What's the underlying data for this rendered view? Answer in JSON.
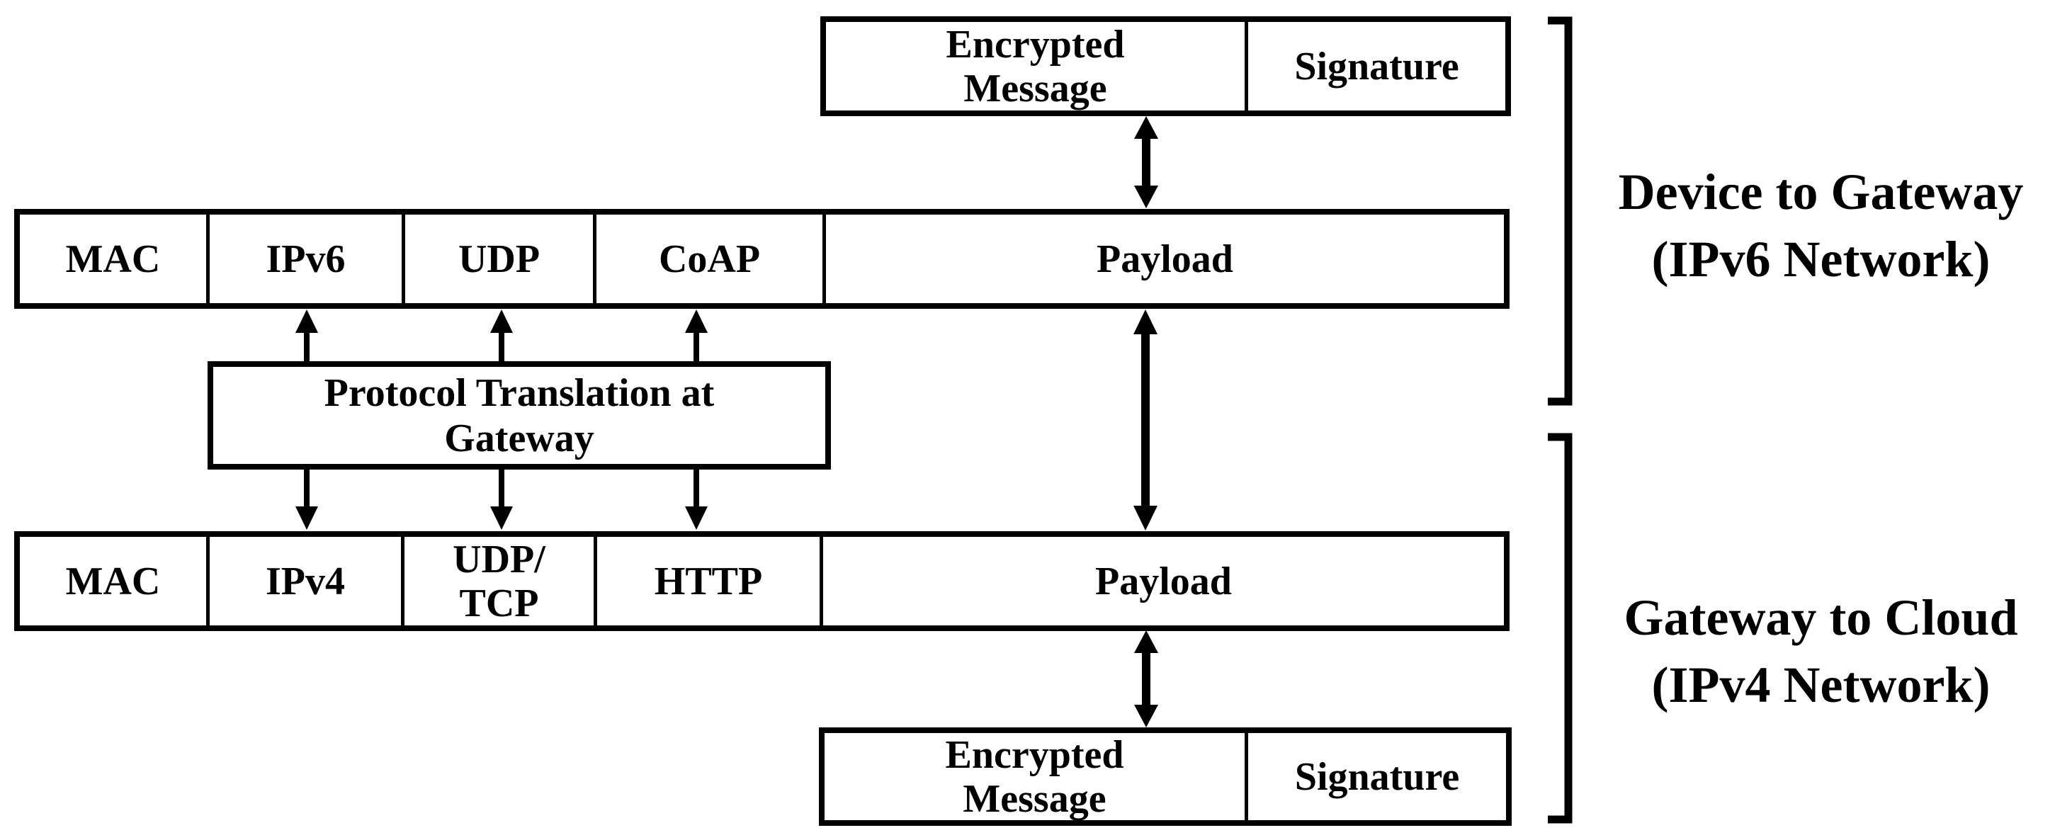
{
  "colors": {
    "ink": "#000000",
    "background": "#ffffff"
  },
  "device_gateway_section": {
    "message_box": {
      "encrypted": "Encrypted\nMessage",
      "signature": "Signature"
    },
    "stack": {
      "cells": [
        "MAC",
        "IPv6",
        "UDP",
        "CoAP",
        "Payload"
      ]
    },
    "label": "Device to Gateway\n(IPv6 Network)"
  },
  "translation": {
    "label": "Protocol Translation at\nGateway"
  },
  "gateway_cloud_section": {
    "stack": {
      "cells": [
        "MAC",
        "IPv4",
        "UDP/\nTCP",
        "HTTP",
        "Payload"
      ]
    },
    "message_box": {
      "encrypted": "Encrypted\nMessage",
      "signature": "Signature"
    },
    "label": "Gateway to Cloud\n(IPv4 Network)"
  }
}
